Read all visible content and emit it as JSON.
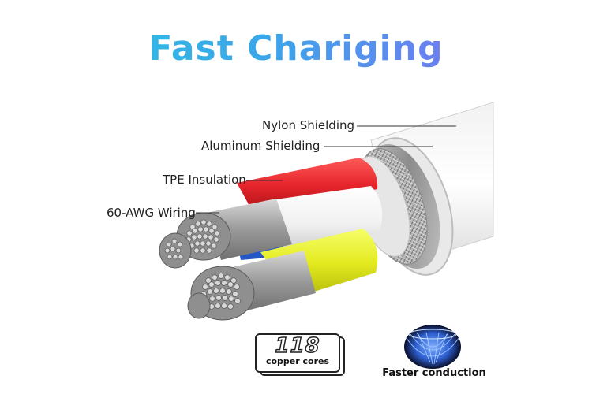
{
  "title": "Fast Chariging",
  "labels": {
    "nylon": "Nylon Shielding",
    "aluminum": "Aluminum Shielding",
    "tpe": "TPE Insulation",
    "wiring": "60-AWG Wiring"
  },
  "badges": {
    "copper_count": "118",
    "copper_label": "copper cores",
    "conduction_label": "Faster conduction"
  },
  "colors": {
    "title_gradient": [
      "#27c9e0",
      "#3aa6ea",
      "#6b7ff0",
      "#a66af2"
    ],
    "red_wire": "#e5242b",
    "yellow_wire": "#e8f02a",
    "blue_wire": "#2456c8",
    "white_wire": "#f4f4f4",
    "conduction_glow": "#3a7cff"
  }
}
